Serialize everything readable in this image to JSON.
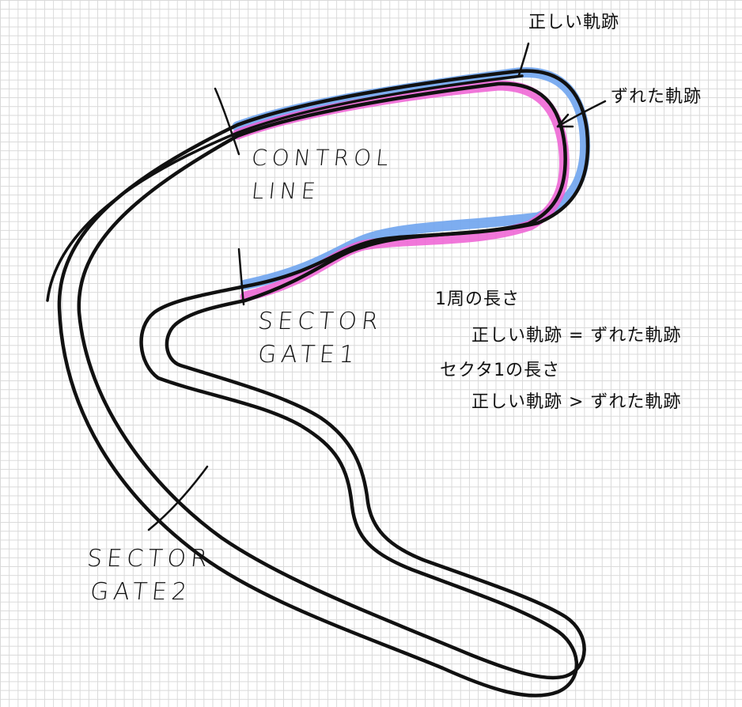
{
  "labels": {
    "correct_trace": "正しい軌跡",
    "shifted_trace": "ずれた軌跡",
    "control_line_1": "CONTROL",
    "control_line_2": "LINE",
    "sector_gate1_1": "SECTOR",
    "sector_gate1_2": "GATE1",
    "sector_gate2_1": "SECTOR",
    "sector_gate2_2": "GATE2"
  },
  "notes": {
    "lap_length_heading": "1周の長さ",
    "lap_length_relation": "正しい軌跡 = ずれた軌跡",
    "sector1_length_heading": "セクタ1の長さ",
    "sector1_length_relation": "正しい軌跡 > ずれた軌跡"
  },
  "colors": {
    "ink": "#111111",
    "correct_trace_highlight": "#6fa4ee",
    "shifted_trace_highlight": "#ee5fd3",
    "grid": "#d9d9d9",
    "background": "#ffffff"
  }
}
